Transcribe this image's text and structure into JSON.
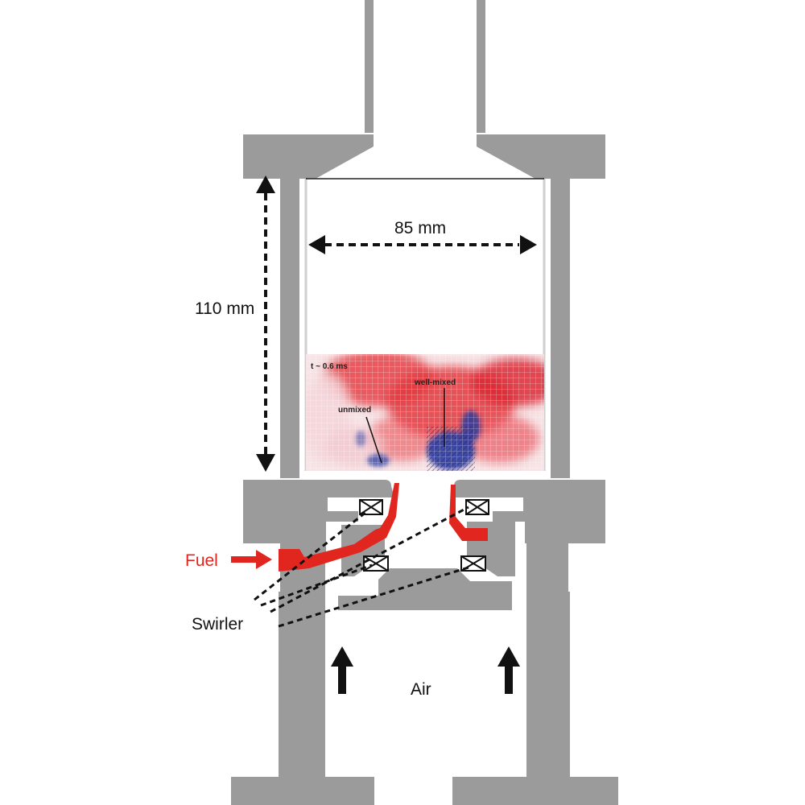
{
  "labels": {
    "length": "110 mm",
    "width": "85 mm",
    "fuel": "Fuel",
    "swirler": "Swirler",
    "air": "Air",
    "time_tag": "t ~ 0.6 ms",
    "well_mixed": "well-mixed",
    "unmixed": "unmixed"
  },
  "colors": {
    "body_gray": "#9b9b9b",
    "fuel_red": "#e0261f",
    "mixed_red": "#e23a3e",
    "unmixed_blue": "#2b3a9c",
    "label_black": "#111111"
  },
  "icons": {
    "swirler_vane": "boxed-x-icon",
    "air_arrow": "up-arrow-icon",
    "fuel_arrow": "right-arrow-icon"
  }
}
